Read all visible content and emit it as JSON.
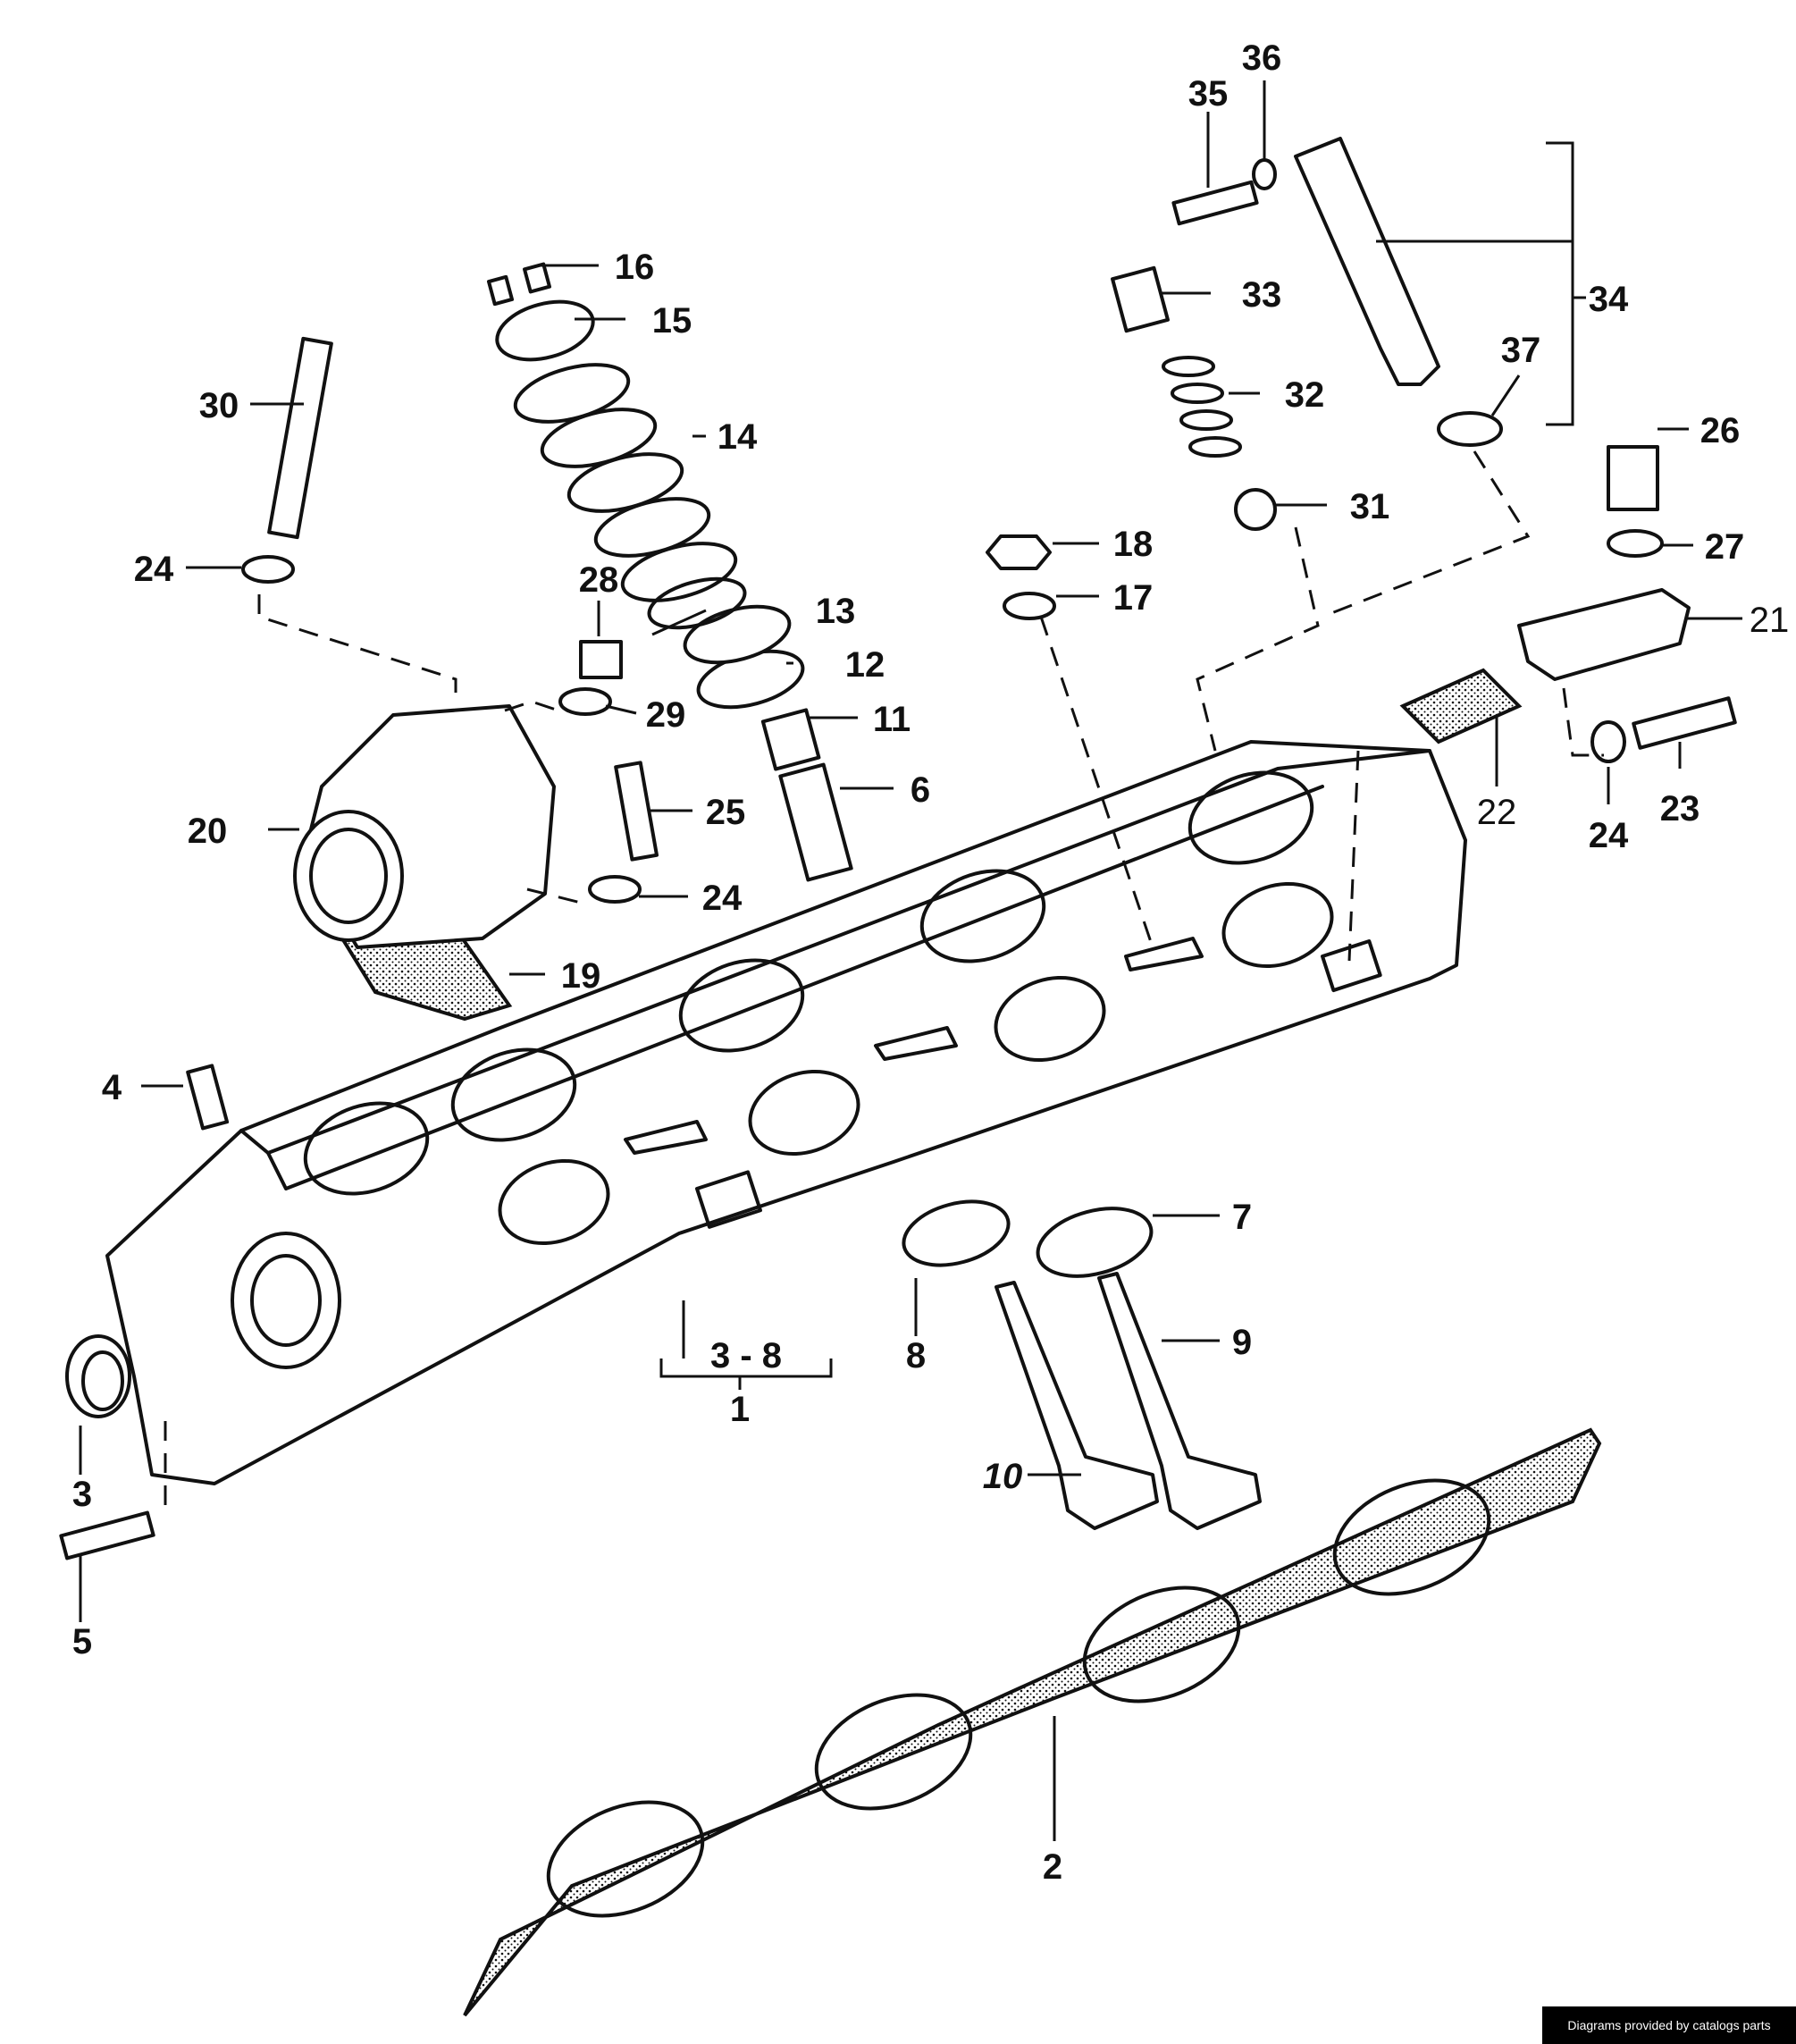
{
  "callouts": {
    "c1": "1",
    "c2": "2",
    "c3": "3",
    "c3_8": "3 - 8",
    "c4": "4",
    "c5": "5",
    "c6": "6",
    "c7": "7",
    "c8": "8",
    "c9": "9",
    "c10": "10",
    "c11": "11",
    "c12": "12",
    "c13": "13",
    "c14": "14",
    "c15": "15",
    "c16": "16",
    "c17": "17",
    "c18": "18",
    "c19": "19",
    "c20": "20",
    "c21": "21",
    "c22": "22",
    "c23": "23",
    "c24a": "24",
    "c24b": "24",
    "c24c": "24",
    "c25": "25",
    "c26": "26",
    "c27": "27",
    "c28": "28",
    "c29": "29",
    "c30": "30",
    "c31": "31",
    "c32": "32",
    "c33": "33",
    "c34": "34",
    "c35": "35",
    "c36": "36",
    "c37": "37"
  },
  "footer": {
    "credit": "Diagrams provided by catalogs parts"
  }
}
